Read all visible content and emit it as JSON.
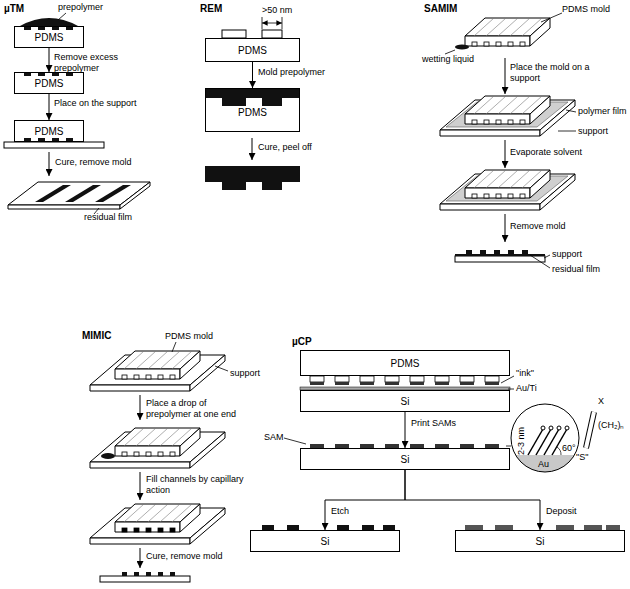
{
  "diagram": {
    "nodes": [
      {
        "text": [
          "PDMS"
        ]
      },
      {
        "text": [
          "PDMS"
        ]
      },
      {
        "text": [
          "PDMS"
        ]
      },
      {
        "text": [
          "PDMS"
        ]
      },
      {
        "text": [
          "PDMS"
        ]
      },
      {
        "text": [
          "PDMS"
        ]
      },
      {
        "text": [
          "Si"
        ]
      },
      {
        "text": [
          "Si"
        ]
      },
      {
        "text": [
          "Si"
        ]
      },
      {
        "text": [
          "Si"
        ]
      }
    ],
    "edges": [
      {
        "from": 0,
        "to": 1,
        "arrow": "to",
        "label": "Remove excess prepolymer"
      },
      {
        "from": 1,
        "to": 2,
        "arrow": "to",
        "label": "Place on the support"
      },
      {
        "from": 3,
        "to": 4,
        "arrow": "to",
        "label": "Mold prepolymer"
      },
      {
        "from": 6,
        "to": 7,
        "arrow": "to",
        "label": "Print SAMs"
      },
      {
        "from": 7,
        "to": 8,
        "arrow": "to",
        "label": "Etch"
      },
      {
        "from": 7,
        "to": 9,
        "arrow": "to",
        "label": "Deposit"
      }
    ],
    "labels": [
      "µTM",
      "prepolymer",
      "Cure, remove mold",
      "residual film",
      "REM",
      ">50 nm",
      "Cure, peel off",
      "SAMIM",
      "PDMS mold",
      "wetting liquid",
      "Place the mold on a support",
      "polymer film",
      "support",
      "Evaporate solvent",
      "Remove mold",
      "support",
      "residual film",
      "MIMIC",
      "PDMS mold",
      "support",
      "Place a drop of prepolymer at one end",
      "Fill channels by capillary action",
      "Cure, remove mold",
      "µCP",
      "\"ink\"",
      "Au/Ti",
      "SAM",
      "2-3 nm",
      "60°",
      "Au",
      "X",
      "(CH₂)ₙ",
      "\"S\""
    ]
  }
}
